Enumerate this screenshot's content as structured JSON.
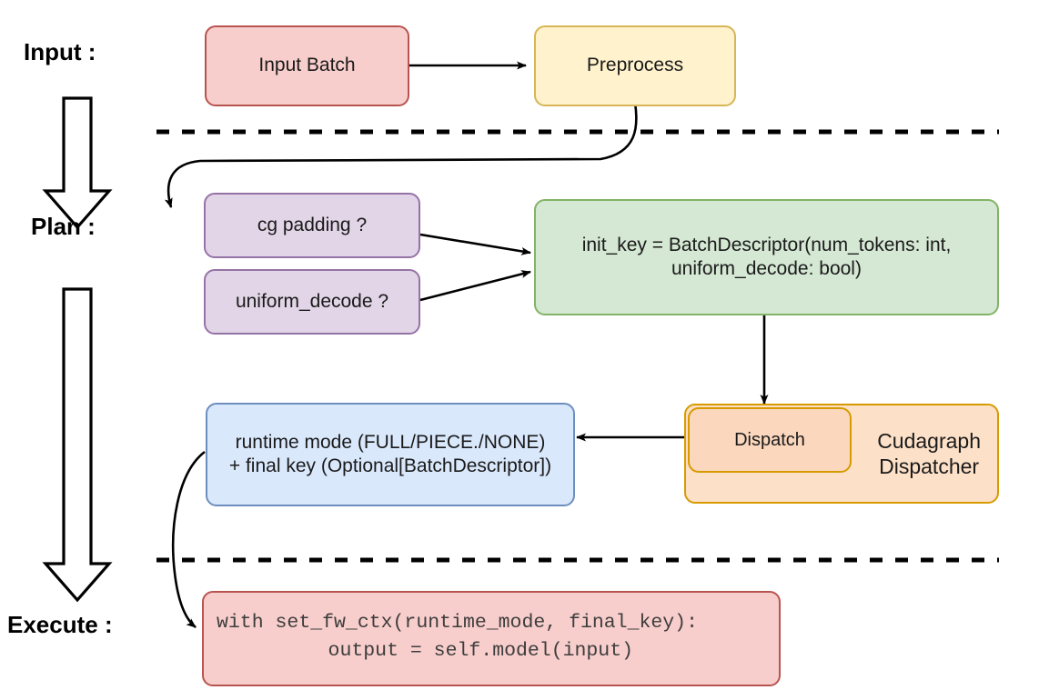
{
  "diagram": {
    "title": "vLLM cudagraph dispatch pipeline",
    "stages": [
      {
        "id": "input",
        "label": "Input :"
      },
      {
        "id": "plan",
        "label": "Plan :"
      },
      {
        "id": "execute",
        "label": "Execute :"
      }
    ],
    "nodes": {
      "input_batch": {
        "label": "Input Batch",
        "fill": "#f8cecc",
        "stroke": "#b85450"
      },
      "preprocess": {
        "label": "Preprocess",
        "fill": "#fff2cc",
        "stroke": "#d6b656"
      },
      "cg_padding": {
        "label": "cg padding ?",
        "fill": "#e1d5e7",
        "stroke": "#9673a6"
      },
      "uniform_decode": {
        "label": "uniform_decode ?",
        "fill": "#e1d5e7",
        "stroke": "#9673a6"
      },
      "init_key": {
        "line1": "init_key = BatchDescriptor(num_tokens: int,",
        "line2": "uniform_decode: bool)",
        "fill": "#d5e8d4",
        "stroke": "#82b366"
      },
      "cudagraph_dispatcher": {
        "line1": "Cudagraph",
        "line2": "Dispatcher",
        "fill": "#fce0c8",
        "stroke": "#d79b00"
      },
      "dispatch": {
        "label": "Dispatch",
        "fill": "#fad7bd",
        "stroke": "#d79b00"
      },
      "runtime_mode": {
        "line1": "runtime mode (FULL/PIECE./NONE)",
        "line2": "+ final key (Optional[BatchDescriptor])",
        "fill": "#dae8fc",
        "stroke": "#6c8ebf"
      },
      "execute_code": {
        "line1": "with set_fw_ctx(runtime_mode, final_key):",
        "line2": "    output = self.model(input)",
        "fill": "#f8cecc",
        "stroke": "#b85450"
      }
    },
    "separators": [
      {
        "id": "input-plan-divider"
      },
      {
        "id": "plan-execute-divider"
      }
    ],
    "flow_arrows": [
      {
        "id": "input-batch-to-preprocess"
      },
      {
        "id": "preprocess-to-cg-padding"
      },
      {
        "id": "cg-padding-to-init-key"
      },
      {
        "id": "uniform-decode-to-init-key"
      },
      {
        "id": "init-key-to-dispatch"
      },
      {
        "id": "dispatch-to-runtime-mode"
      },
      {
        "id": "runtime-mode-to-execute-code"
      }
    ],
    "stage_arrows": [
      {
        "id": "input-to-plan-big-arrow"
      },
      {
        "id": "plan-to-execute-big-arrow"
      }
    ],
    "colors": {
      "stroke": "#000000",
      "background": "#ffffff",
      "text": "#1a1a1a"
    }
  }
}
